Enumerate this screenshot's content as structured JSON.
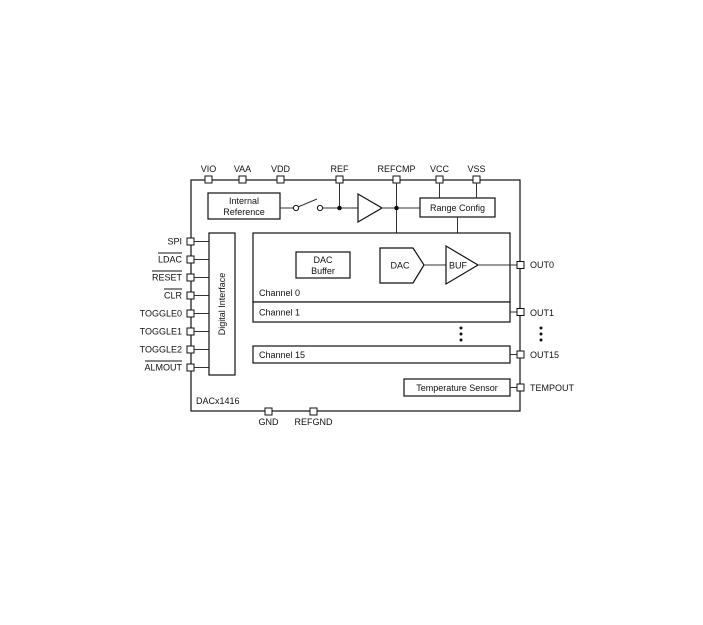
{
  "top_pins": [
    "VIO",
    "VAA",
    "VDD",
    "REF",
    "REFCMP",
    "VCC",
    "VSS"
  ],
  "left_pins": [
    "SPI",
    "LDAC",
    "RESET",
    "CLR",
    "TOGGLE0",
    "TOGGLE1",
    "TOGGLE2",
    "ALMOUT"
  ],
  "right_pins": [
    "OUT0",
    "OUT1",
    "OUT15",
    "TEMPOUT"
  ],
  "bottom_pins": [
    "GND",
    "REFGND"
  ],
  "blocks": {
    "internal_reference": [
      "Internal",
      "Reference"
    ],
    "range_config": "Range Config",
    "dac_buffer": [
      "DAC",
      "Buffer"
    ],
    "dac": "DAC",
    "buf": "BUF",
    "digital_interface": "Digital Interface",
    "temperature_sensor": "Temperature Sensor"
  },
  "channels": [
    "Channel 0",
    "Channel 1",
    "Channel 15"
  ],
  "chip_name": "DACx1416"
}
